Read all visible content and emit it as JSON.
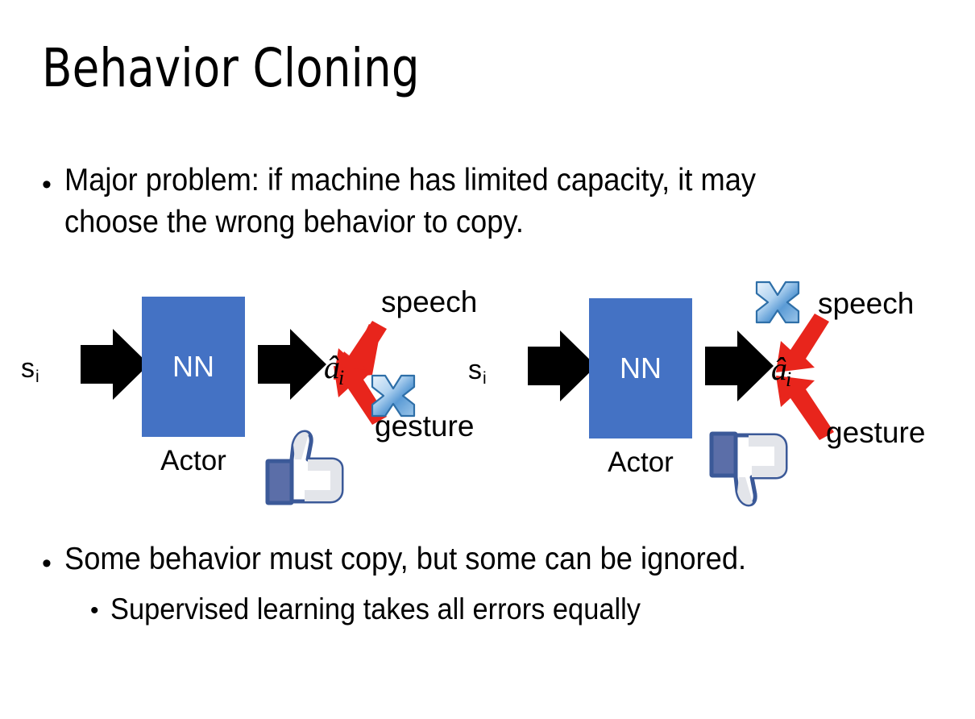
{
  "slide": {
    "title": "Behavior Cloning",
    "background_color": "#FFFFFF",
    "text_color": "#000000"
  },
  "bullets": {
    "top": {
      "marker": "•",
      "text": "Major problem: if machine has limited capacity, it may choose the wrong behavior to copy."
    },
    "bottom_level1": {
      "marker": "•",
      "text": "Some behavior must copy, but some can be ignored."
    },
    "bottom_level2": {
      "marker": "•",
      "text": "Supervised learning takes all errors equally"
    }
  },
  "colors": {
    "nn_box_fill": "#4472C4",
    "nn_box_border": "#4472C4",
    "arrow_black": "#000000",
    "arrow_red": "#E8251C",
    "cross_blue_light": "#D6E6F7",
    "cross_blue_mid": "#5B9BD5",
    "cross_blue_dark": "#2E6FA8",
    "thumb_outline": "#3B5998",
    "thumb_cuff": "#5B6EA8",
    "thumb_hand": "#FFFFFF",
    "thumb_shadow": "#E3E5EA"
  },
  "diagrams": [
    {
      "id": "left",
      "state_label": "s",
      "state_subscript": "i",
      "block_label": "NN",
      "block_caption": "Actor",
      "action_label": "â",
      "action_subscript": "i",
      "branches": [
        {
          "name": "speech",
          "label": "speech",
          "direction": "up-right",
          "crossed": false
        },
        {
          "name": "gesture",
          "label": "gesture",
          "direction": "down-right",
          "crossed": true
        }
      ],
      "verdict_icon": "thumbs-up",
      "cross_on": "gesture"
    },
    {
      "id": "right",
      "state_label": "s",
      "state_subscript": "i",
      "block_label": "NN",
      "block_caption": "Actor",
      "action_label": "â",
      "action_subscript": "i",
      "branches": [
        {
          "name": "speech",
          "label": "speech",
          "direction": "up-right",
          "crossed": true
        },
        {
          "name": "gesture",
          "label": "gesture",
          "direction": "down-right",
          "crossed": false
        }
      ],
      "verdict_icon": "thumbs-down",
      "cross_on": "speech"
    }
  ]
}
